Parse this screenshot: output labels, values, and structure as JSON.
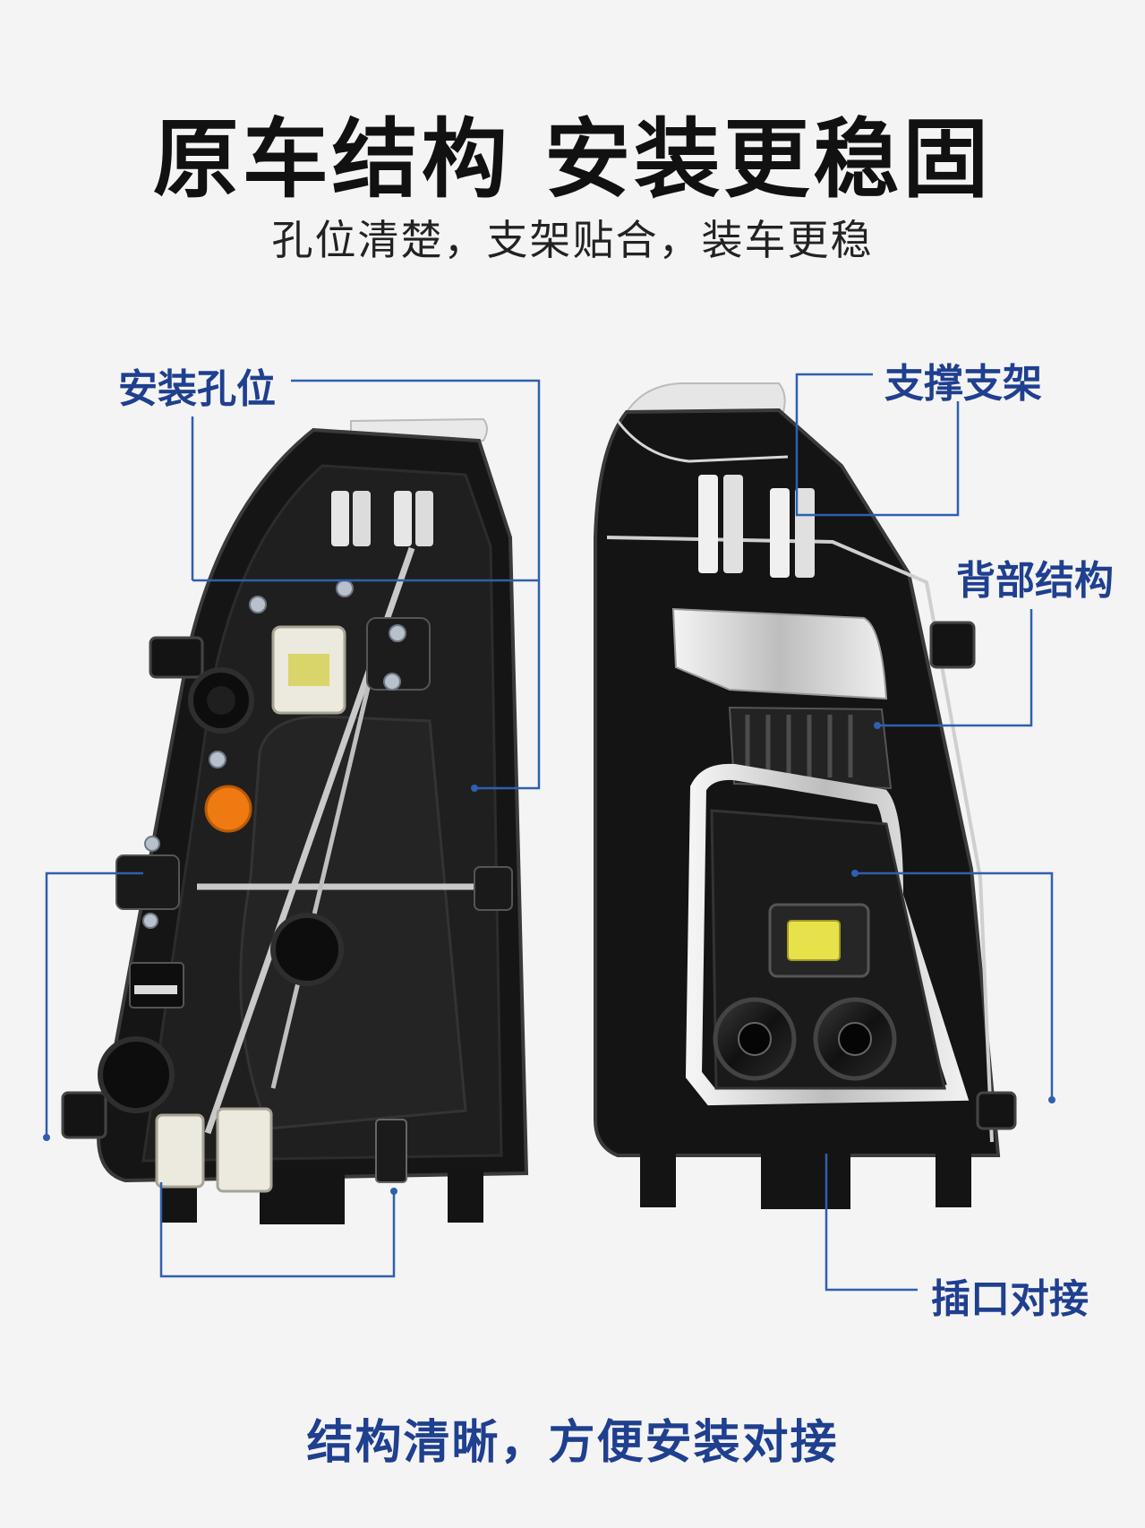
{
  "header": {
    "title": "原车结构 安装更稳固",
    "subtitle": "孔位清楚，支架贴合，装车更稳"
  },
  "callouts": {
    "mounting_holes": "安装孔位",
    "support_bracket": "支撑支架",
    "back_structure": "背部结构",
    "plug_connection": "插口对接"
  },
  "footer": {
    "tagline": "结构清晰，方便安装对接"
  },
  "colors": {
    "accent": "#1f3f8f",
    "leader_line": "#2f5fb0",
    "background": "#f4f4f4",
    "housing": "#141414",
    "connector": "#ece9df",
    "indicator_orange": "#ef7a12",
    "led_yellow": "#e8e24a"
  }
}
